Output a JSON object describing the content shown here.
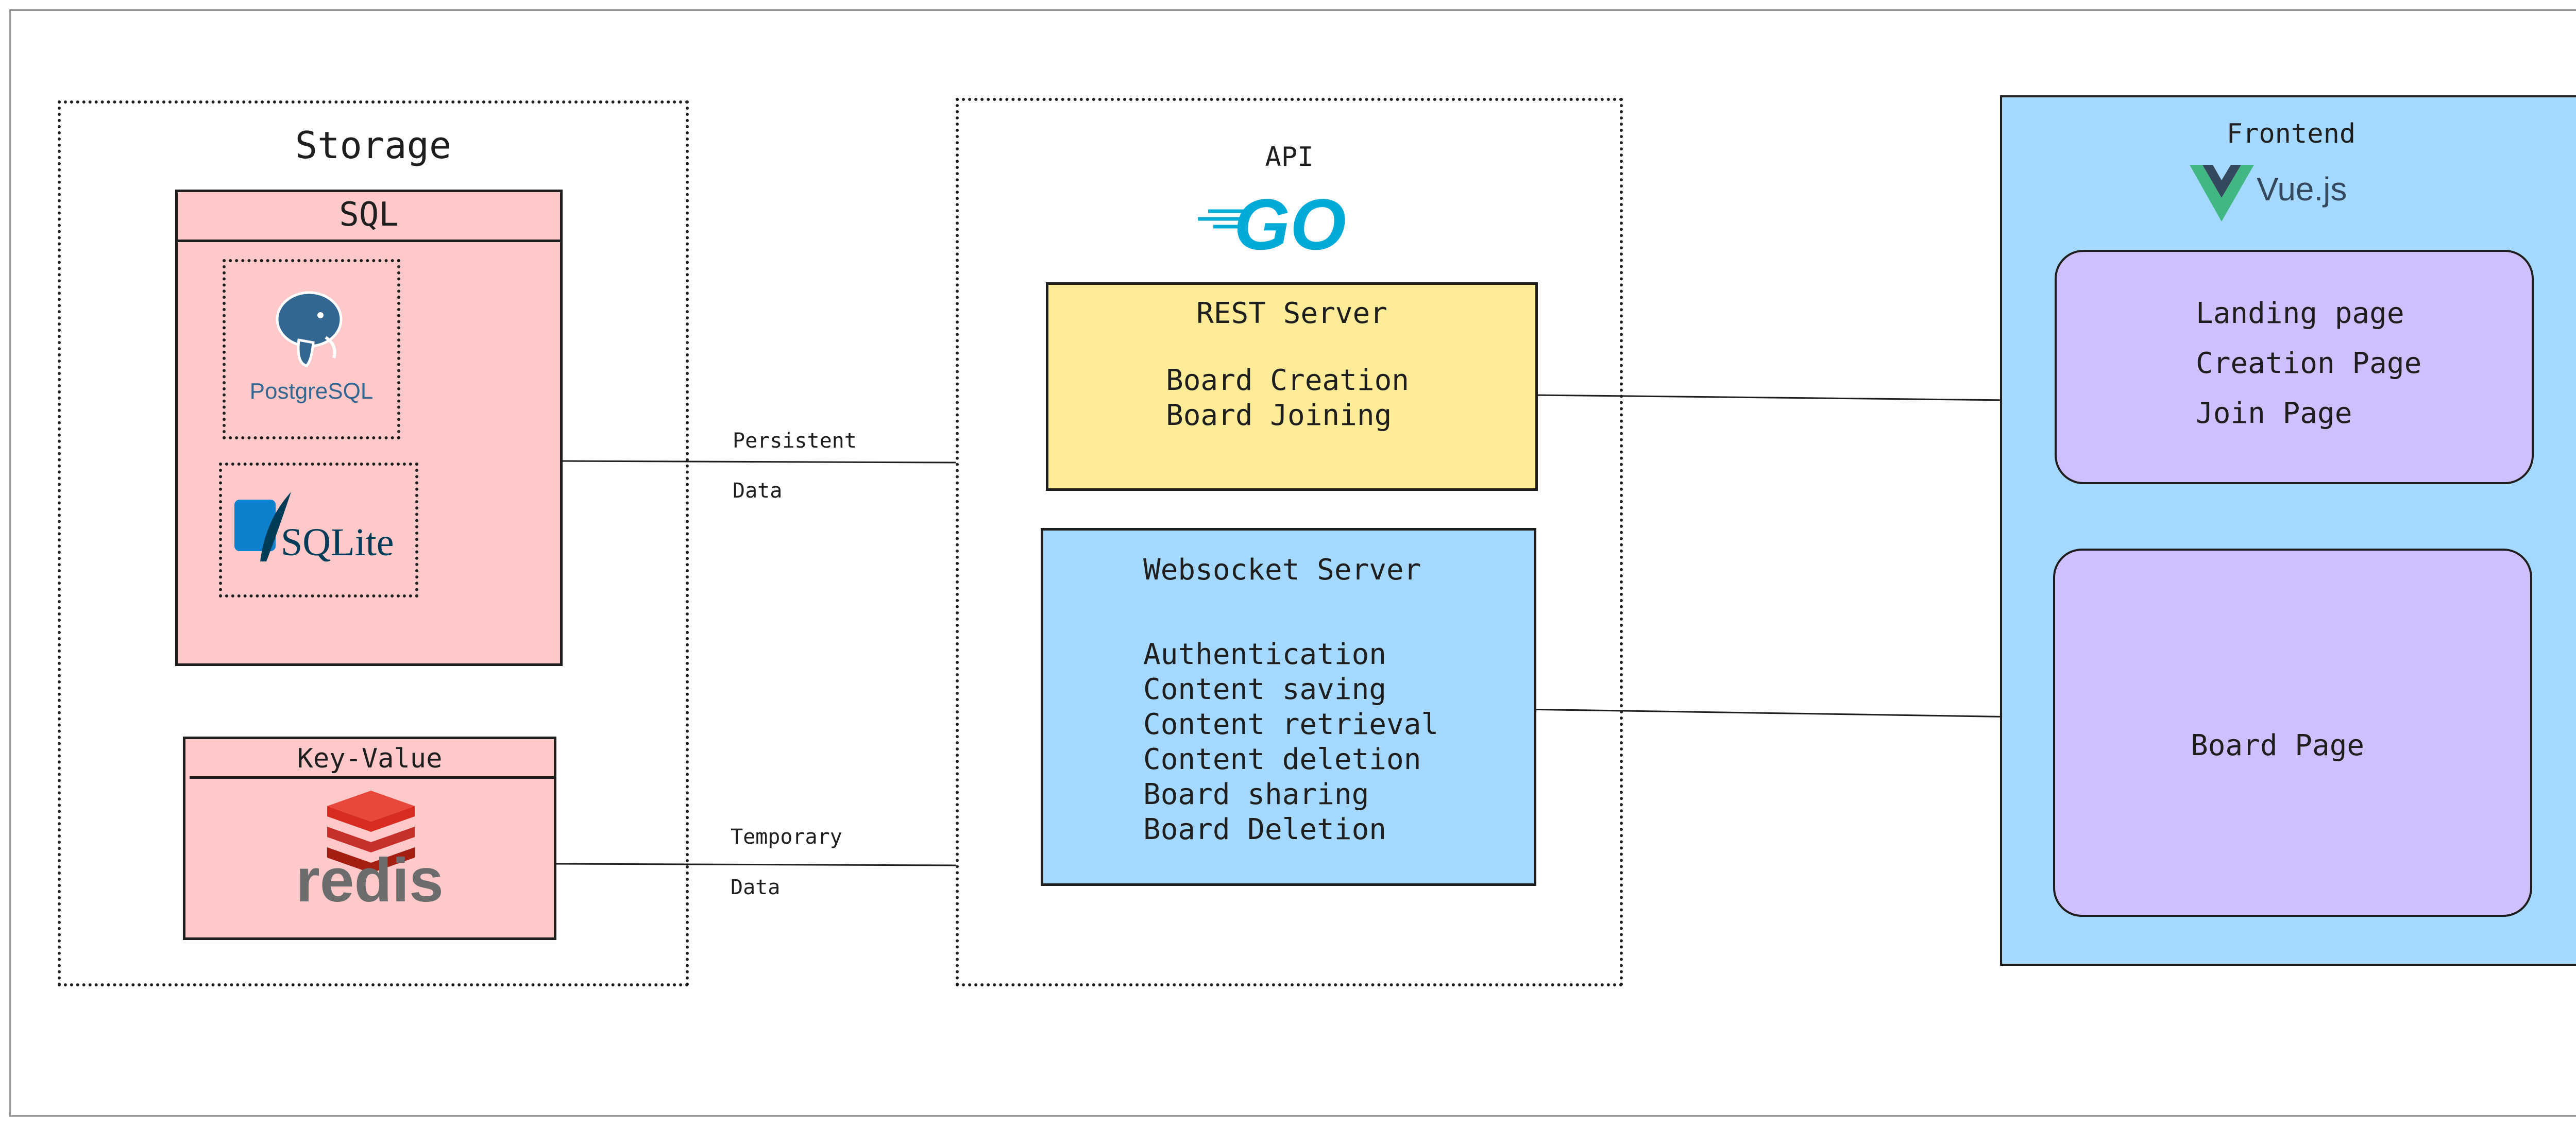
{
  "storage": {
    "title": "Storage",
    "sql": {
      "title": "SQL",
      "postgres_logo": "PostgreSQL",
      "sqlite_logo": "SQLite"
    },
    "kv": {
      "title": "Key-Value",
      "redis_logo": "redis"
    }
  },
  "api": {
    "title": "API",
    "go_logo": "GO",
    "rest": {
      "title": "REST Server",
      "lines": [
        "Board Creation",
        "Board Joining"
      ]
    },
    "ws": {
      "title": "Websocket Server",
      "lines": [
        "Authentication",
        "Content saving",
        "Content retrieval",
        "Content deletion",
        "Board sharing",
        "Board Deletion"
      ]
    }
  },
  "frontend": {
    "title": "Frontend",
    "vue_logo": "Vue.js",
    "pages_box": {
      "lines": [
        "Landing page",
        "Creation Page",
        "Join Page"
      ]
    },
    "board_box": {
      "label": "Board Page"
    }
  },
  "connections": {
    "persistent": {
      "line1": "Persistent",
      "line2": "Data"
    },
    "temporary": {
      "line1": "Temporary",
      "line2": "Data"
    }
  },
  "colors": {
    "storage": "#ffc9c9",
    "rest": "#ffec99",
    "ws": "#a5d8ff",
    "frontend": "#a5d8ff",
    "pages": "#d0bfff"
  }
}
